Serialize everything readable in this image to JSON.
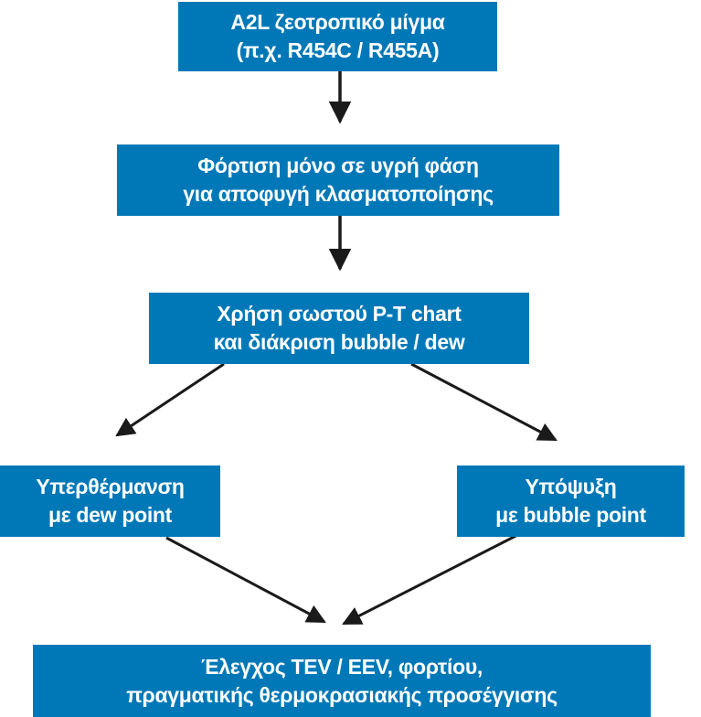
{
  "colors": {
    "box": "#0078b7",
    "text": "#ffffff",
    "arrow": "#1a1a1a"
  },
  "nodes": {
    "mixture": {
      "line1": "A2L ζεοτροπικό μίγμα",
      "line2": "(π.χ. R454C / R455A)"
    },
    "charging": {
      "line1": "Φόρτιση μόνο σε υγρή φάση",
      "line2": "για αποφυγή κλασματοποίησης"
    },
    "ptchart": {
      "line1": "Χρήση σωστού P-T chart",
      "line2": "και διάκριση bubble / dew"
    },
    "superheat": {
      "line1": "Υπερθέρμανση",
      "line2": "με dew point"
    },
    "subcool": {
      "line1": "Υπόψυξη",
      "line2": "με bubble point"
    },
    "check": {
      "line1": "Έλεγχος TEV / EEV, φορτίου,",
      "line2": "πραγματικής θερμοκρασιακής προσέγγισης"
    }
  }
}
